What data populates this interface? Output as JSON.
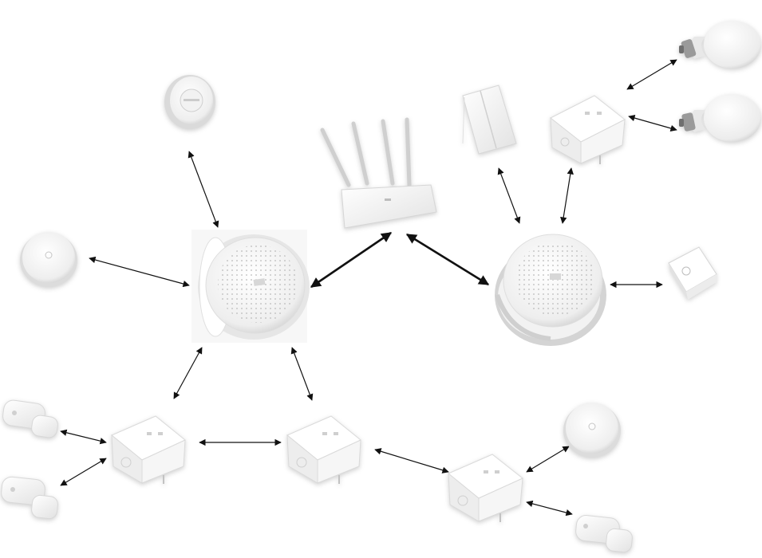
{
  "diagram": {
    "kind": "smart-home mesh topology",
    "colors": {
      "device_body": "#f4f4f4",
      "device_shade": "#dcdcdc",
      "device_dark": "#bdbdbd",
      "bulb_base": "#9a9a9a",
      "connector": "#111111"
    },
    "nodes": [
      {
        "id": "router",
        "device": "wifi-router"
      },
      {
        "id": "hub-left",
        "device": "gateway-hub"
      },
      {
        "id": "hub-right",
        "device": "gateway-hub"
      },
      {
        "id": "smoke-detector",
        "device": "smoke-detector"
      },
      {
        "id": "wireless-button-left",
        "device": "wireless-button"
      },
      {
        "id": "wall-switch",
        "device": "wall-switch"
      },
      {
        "id": "plug-top",
        "device": "smart-plug"
      },
      {
        "id": "bulb-1",
        "device": "light-bulb"
      },
      {
        "id": "bulb-2",
        "device": "light-bulb"
      },
      {
        "id": "temp-sensor",
        "device": "temperature-humidity-sensor"
      },
      {
        "id": "plug-bottom-left",
        "device": "smart-plug"
      },
      {
        "id": "plug-bottom-middle",
        "device": "smart-plug"
      },
      {
        "id": "plug-bottom-right",
        "device": "smart-plug"
      },
      {
        "id": "door-sensor-1",
        "device": "door-window-sensor"
      },
      {
        "id": "door-sensor-2",
        "device": "door-window-sensor"
      },
      {
        "id": "wireless-button-right",
        "device": "wireless-button"
      },
      {
        "id": "door-sensor-3",
        "device": "door-window-sensor"
      }
    ],
    "edges": [
      {
        "from": "hub-left",
        "to": "router",
        "link": "wifi"
      },
      {
        "from": "hub-right",
        "to": "router",
        "link": "wifi"
      },
      {
        "from": "hub-left",
        "to": "smoke-detector",
        "link": "zigbee"
      },
      {
        "from": "hub-left",
        "to": "wireless-button-left",
        "link": "zigbee"
      },
      {
        "from": "hub-left",
        "to": "plug-bottom-left",
        "link": "zigbee"
      },
      {
        "from": "hub-left",
        "to": "plug-bottom-middle",
        "link": "zigbee"
      },
      {
        "from": "hub-right",
        "to": "wall-switch",
        "link": "zigbee"
      },
      {
        "from": "hub-right",
        "to": "plug-top",
        "link": "zigbee"
      },
      {
        "from": "hub-right",
        "to": "temp-sensor",
        "link": "zigbee"
      },
      {
        "from": "plug-top",
        "to": "bulb-1",
        "link": "zigbee"
      },
      {
        "from": "plug-top",
        "to": "bulb-2",
        "link": "zigbee"
      },
      {
        "from": "plug-bottom-left",
        "to": "plug-bottom-middle",
        "link": "zigbee"
      },
      {
        "from": "plug-bottom-middle",
        "to": "plug-bottom-right",
        "link": "zigbee"
      },
      {
        "from": "plug-bottom-left",
        "to": "door-sensor-1",
        "link": "zigbee"
      },
      {
        "from": "plug-bottom-left",
        "to": "door-sensor-2",
        "link": "zigbee"
      },
      {
        "from": "plug-bottom-right",
        "to": "wireless-button-right",
        "link": "zigbee"
      },
      {
        "from": "plug-bottom-right",
        "to": "door-sensor-3",
        "link": "zigbee"
      }
    ]
  }
}
